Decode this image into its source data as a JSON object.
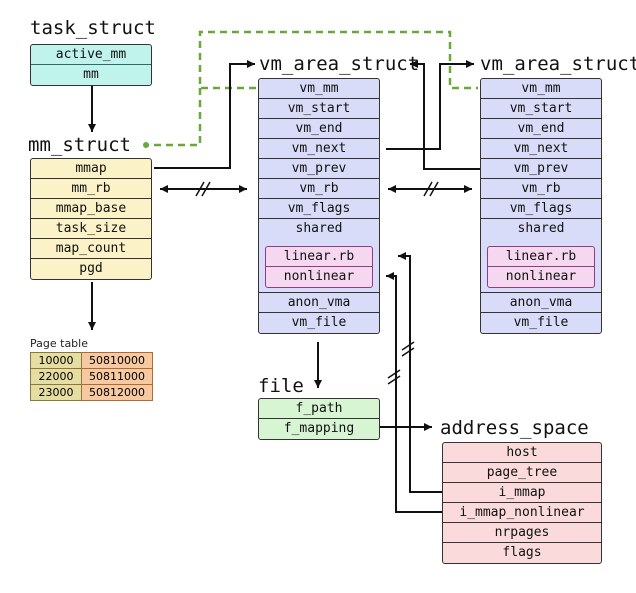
{
  "task_struct": {
    "title": "task_struct",
    "fields": [
      "active_mm",
      "mm"
    ]
  },
  "mm_struct": {
    "title": "mm_struct",
    "fields": [
      "mmap",
      "mm_rb",
      "mmap_base",
      "task_size",
      "map_count",
      "pgd"
    ]
  },
  "vma_left": {
    "title": "vm_area_struct",
    "fields": [
      "vm_mm",
      "vm_start",
      "vm_end",
      "vm_next",
      "vm_prev",
      "vm_rb",
      "vm_flags",
      "shared"
    ],
    "shared_fields": [
      "linear.rb",
      "nonlinear"
    ],
    "tail_fields": [
      "anon_vma",
      "vm_file"
    ]
  },
  "vma_right": {
    "title": "vm_area_struct",
    "fields": [
      "vm_mm",
      "vm_start",
      "vm_end",
      "vm_next",
      "vm_prev",
      "vm_rb",
      "vm_flags",
      "shared"
    ],
    "shared_fields": [
      "linear.rb",
      "nonlinear"
    ],
    "tail_fields": [
      "anon_vma",
      "vm_file"
    ]
  },
  "file": {
    "title": "file",
    "fields": [
      "f_path",
      "f_mapping"
    ]
  },
  "address_space": {
    "title": "address_space",
    "fields": [
      "host",
      "page_tree",
      "i_mmap",
      "i_mmap_nonlinear",
      "nrpages",
      "flags"
    ]
  },
  "page_table": {
    "title": "Page table",
    "rows": [
      [
        "10000",
        "50810000"
      ],
      [
        "22000",
        "50811000"
      ],
      [
        "23000",
        "50812000"
      ]
    ]
  },
  "colors": {
    "teal": "#bff3ec",
    "yellow": "#fcf2c7",
    "blue": "#d9dcf8",
    "pink": "#f6d7f0",
    "green": "#d8f5d3",
    "red": "#fadada",
    "dashed": "#6aa83a"
  }
}
